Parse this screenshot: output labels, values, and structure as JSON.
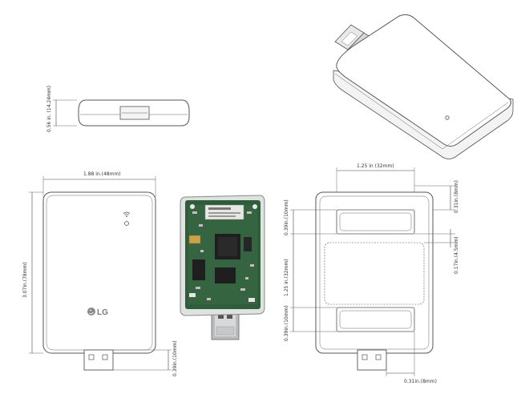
{
  "dimensions": {
    "side_thickness": "0.56 in. (14.24mm)",
    "front_width": "1.88 in.(48mm)",
    "front_height": "3.07in.(78mm)",
    "usb_protrusion": "0.39in.(10mm)",
    "back_top_width": "1.25 in (32mm)",
    "back_right_top": "0.31in.(8mm)",
    "back_left_upper": "0.39in.(10mm)",
    "back_left_middle": "1.25 in.(32mm)",
    "back_left_lower": "0.39in.(10mm)",
    "back_right_gap": "0.17in.(4.5mm)",
    "back_bottom_offset": "0.31in.(8mm)"
  },
  "brand": {
    "logo_text": "LG"
  },
  "colors": {
    "outline": "#555555",
    "pcb_green": "#2f5d3a",
    "usb_metal": "#b9bcbf"
  }
}
